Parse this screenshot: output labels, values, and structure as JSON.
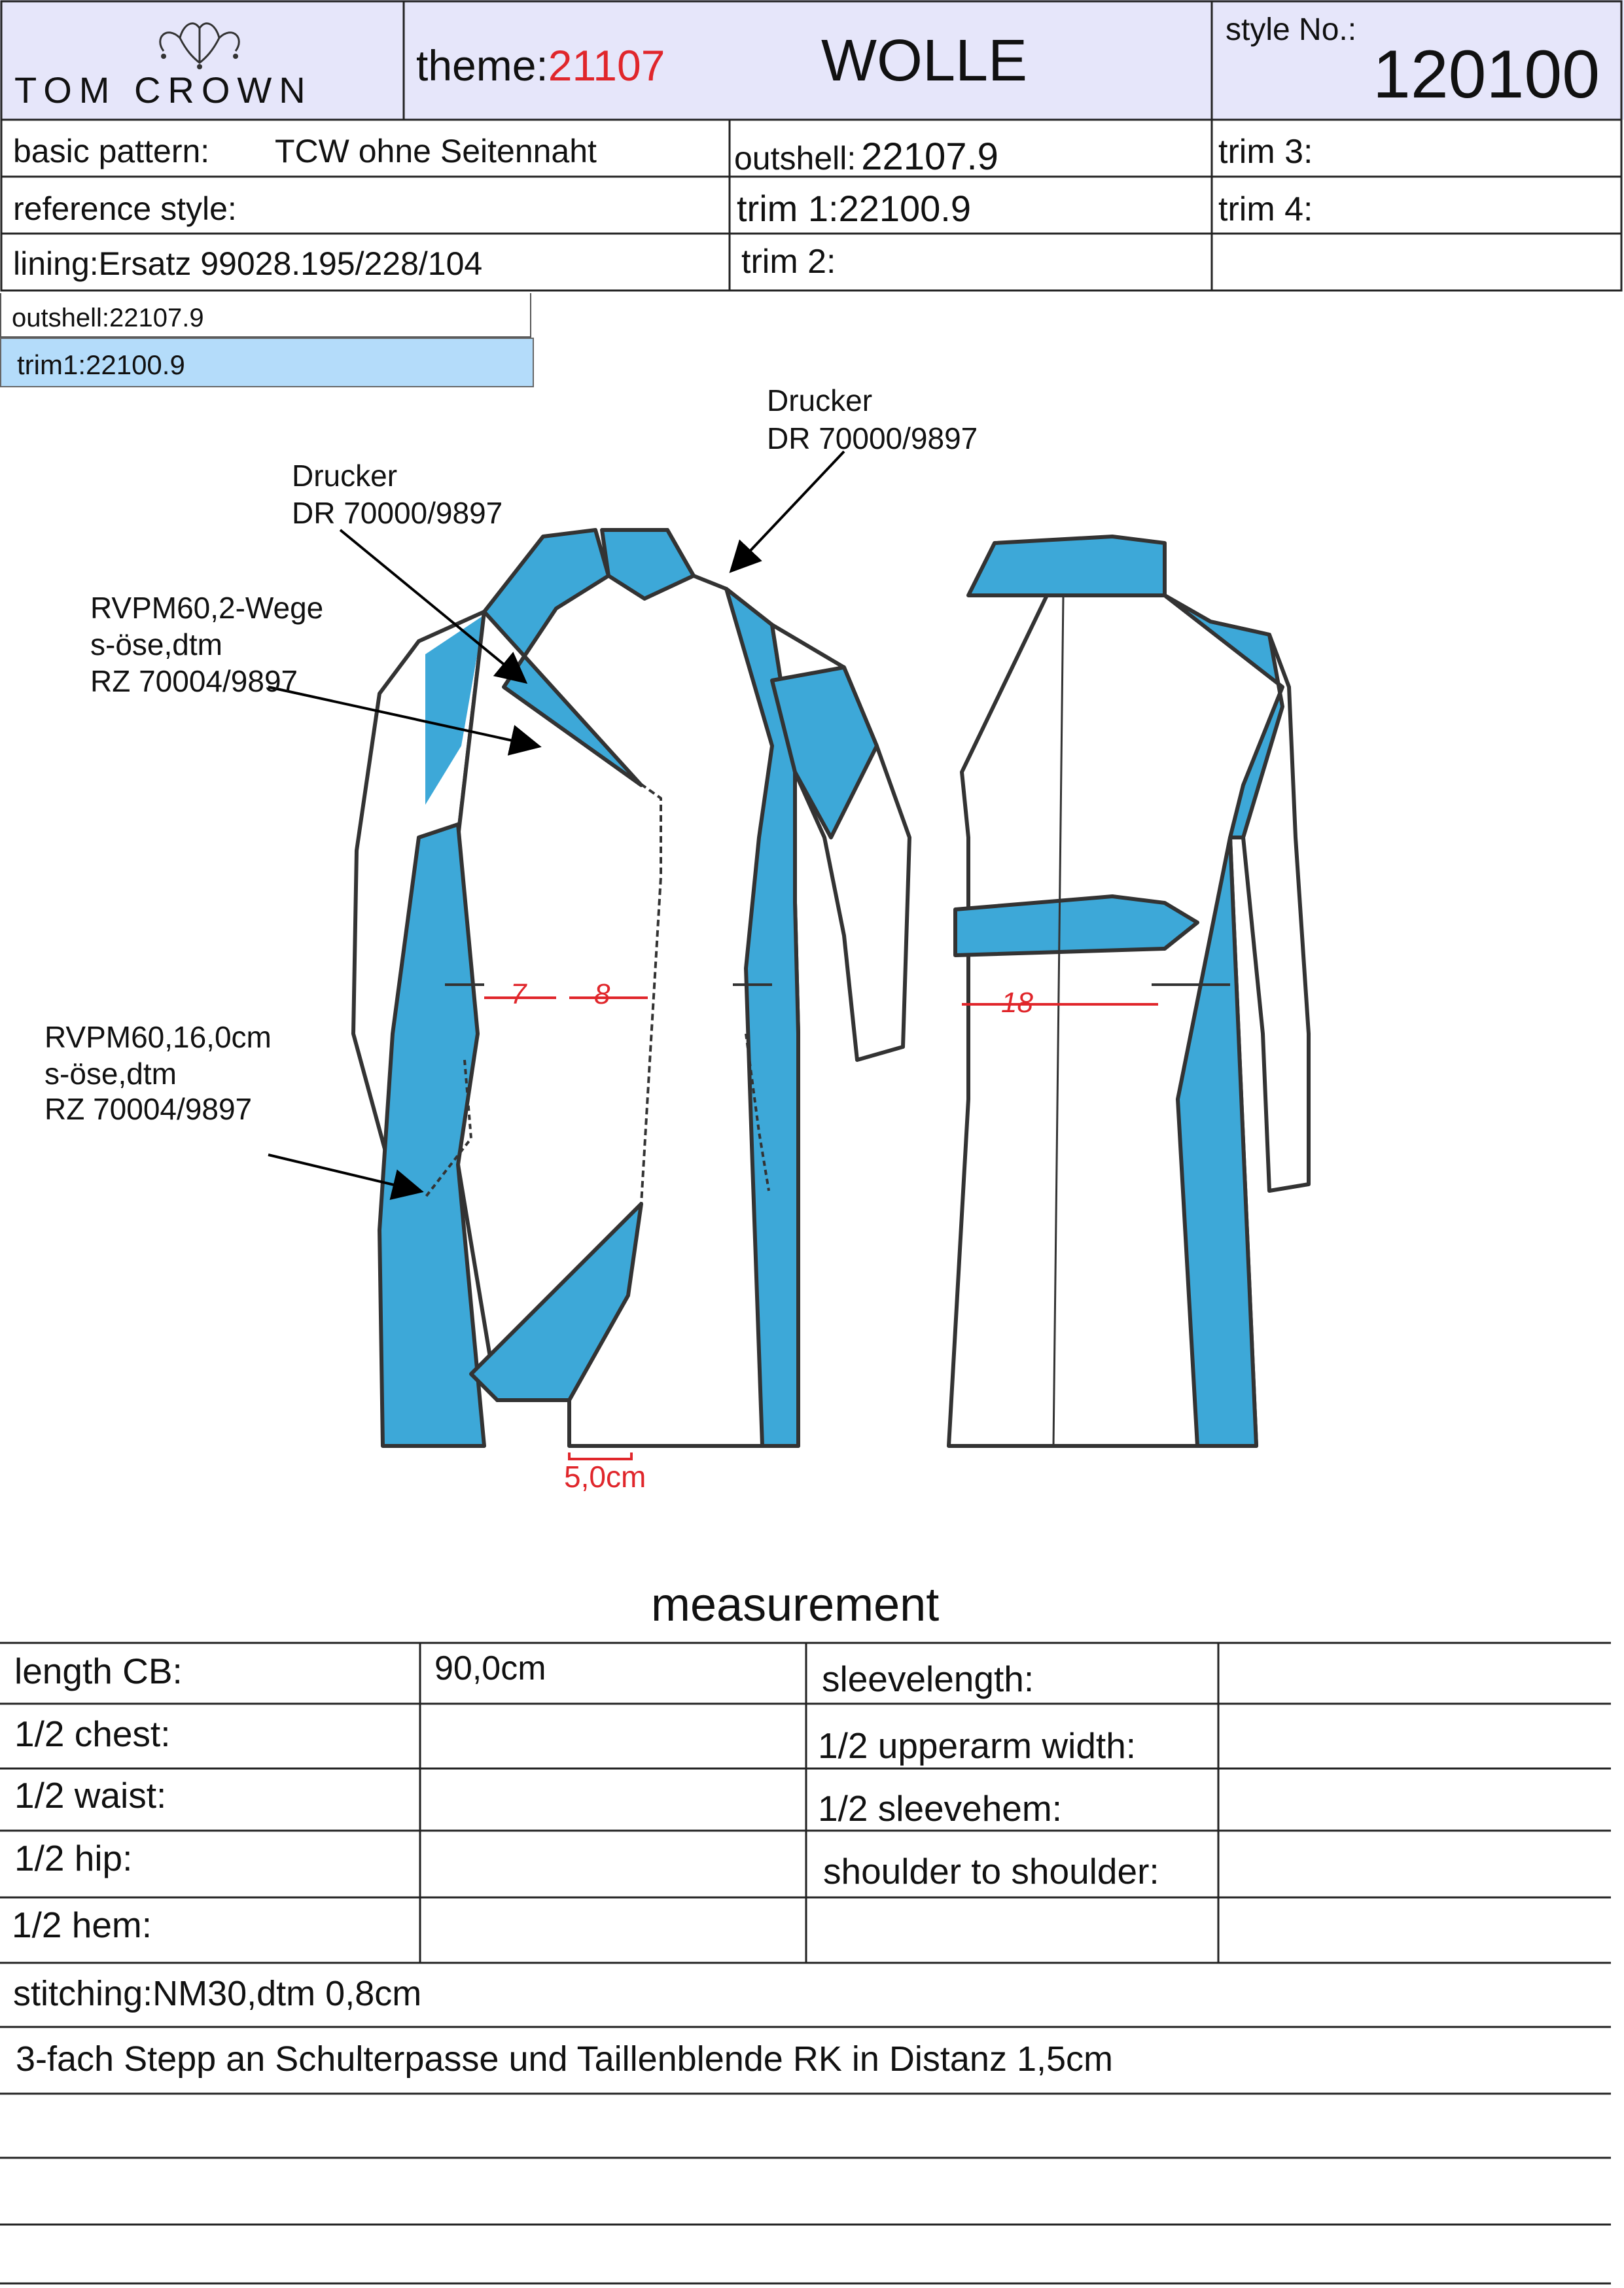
{
  "header": {
    "brand": "TOM CROWN",
    "theme_label": "theme:",
    "theme_value": "21107",
    "fabric": "WOLLE",
    "style_no_label": "style No.:",
    "style_no_value": "120100"
  },
  "spec_rows": {
    "basic_pattern_label": "basic pattern:",
    "basic_pattern_value": "TCW ohne Seitennaht",
    "outshell_label": "outshell:",
    "outshell_value": "22107.9",
    "trim3_label": "trim 3:",
    "reference_style_label": "reference style:",
    "trim1_label": "trim 1:",
    "trim1_value": "22100.9",
    "trim4_label": "trim 4:",
    "lining": "lining:Ersatz 99028.195/228/104",
    "trim2_label": "trim 2:"
  },
  "legend": {
    "outshell": "outshell:22107.9",
    "trim1": "trim1:22100.9"
  },
  "colors": {
    "header_bg": "#e6e6fa",
    "legend_trim_bg": "#b4dcfa",
    "trim_blue": "#3da8d8",
    "red_note": "#e0262b"
  },
  "annotations": {
    "drucker_right_1": "Drucker",
    "drucker_right_2": "DR 70000/9897",
    "drucker_left_1": "Drucker",
    "drucker_left_2": "DR 70000/9897",
    "zip_main_1": "RVPM60,2-Wege",
    "zip_main_2": "s-öse,dtm",
    "zip_main_3": "RZ 70004/9897",
    "zip_pocket_1": "RVPM60,16,0cm",
    "zip_pocket_2": "s-öse,dtm",
    "zip_pocket_3": "RZ 70004/9897",
    "hem_offset": "5,0cm",
    "dim_front_a": "7",
    "dim_front_b": "8",
    "dim_back": "18"
  },
  "measurement": {
    "title": "measurement",
    "rows": [
      {
        "left_label": "length CB:",
        "left_value": "90,0cm",
        "right_label": "sleevelength:",
        "right_value": ""
      },
      {
        "left_label": "1/2 chest:",
        "left_value": "",
        "right_label": "1/2 upperarm width:",
        "right_value": ""
      },
      {
        "left_label": "1/2 waist:",
        "left_value": "",
        "right_label": "1/2 sleevehem:",
        "right_value": ""
      },
      {
        "left_label": "1/2 hip:",
        "left_value": "",
        "right_label": "shoulder to shoulder:",
        "right_value": ""
      },
      {
        "left_label": "1/2 hem:",
        "left_value": "",
        "right_label": "",
        "right_value": ""
      }
    ]
  },
  "notes": {
    "stitching": "stitching:NM30,dtm  0,8cm",
    "line2": "3-fach Stepp an Schulterpasse und Taillenblende RK in Distanz 1,5cm"
  }
}
